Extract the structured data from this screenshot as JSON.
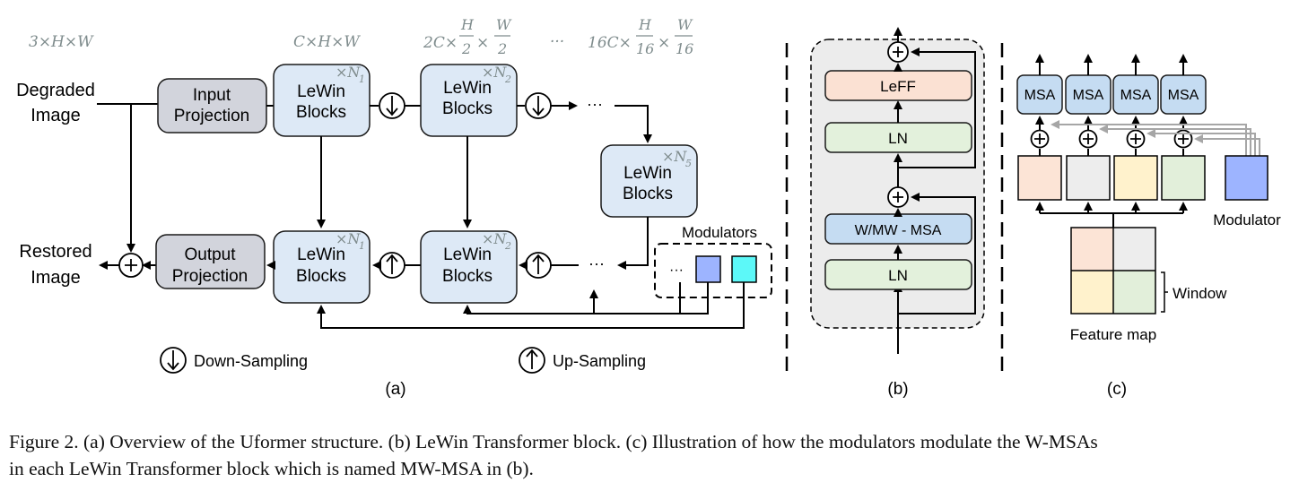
{
  "panel_a": {
    "dims": [
      "3×H×W",
      "C×H×W",
      "2C×",
      "H",
      "2",
      "W",
      "2",
      "16C×",
      "H",
      "16",
      "W",
      "16"
    ],
    "ellipsis_top": "···",
    "degraded": [
      "Degraded",
      "Image"
    ],
    "restored": [
      "Restored",
      "Image"
    ],
    "input_projection": [
      "Input",
      "Projection"
    ],
    "output_projection": [
      "Output",
      "Projection"
    ],
    "lewin": [
      "LeWin",
      "Blocks"
    ],
    "mult": [
      "×N",
      "1",
      "×N",
      "2",
      "×N",
      "5",
      "×N",
      "1",
      "×N",
      "2"
    ],
    "modulators_label": "Modulators",
    "ellipsis": [
      "···",
      "···",
      "···"
    ],
    "legend_down": "Down-Sampling",
    "legend_up": "Up-Sampling",
    "label": "(a)"
  },
  "panel_b": {
    "leff": "LeFF",
    "ln_top": "LN",
    "msa": "W/MW - MSA",
    "ln_bottom": "LN",
    "label": "(b)"
  },
  "panel_c": {
    "msa": [
      "MSA",
      "MSA",
      "MSA",
      "MSA"
    ],
    "modulator": "Modulator",
    "window": "Window",
    "feature_map": "Feature map",
    "label": "(c)"
  },
  "colors": {
    "block_fill": "#dde9f6",
    "projection_fill": "#d2d4dc",
    "leff_fill": "#fbe1d3",
    "ln_fill": "#e3f1dc",
    "msa_fill": "#c5dcf2",
    "modulator_fill": "#9db4ff",
    "modulator_cyan": "#5cf8f8",
    "win_peach": "#fce4d6",
    "win_gray": "#ededed",
    "win_yellow": "#fff2cc",
    "win_green": "#e2efda",
    "dim_text": "#7f8c8d"
  },
  "caption": {
    "line1": "Figure 2. (a) Overview of the Uformer structure. (b) LeWin Transformer block. (c) Illustration of how the modulators modulate the W-MSAs",
    "line2": "in each LeWin Transformer block which is named MW-MSA in (b)."
  }
}
